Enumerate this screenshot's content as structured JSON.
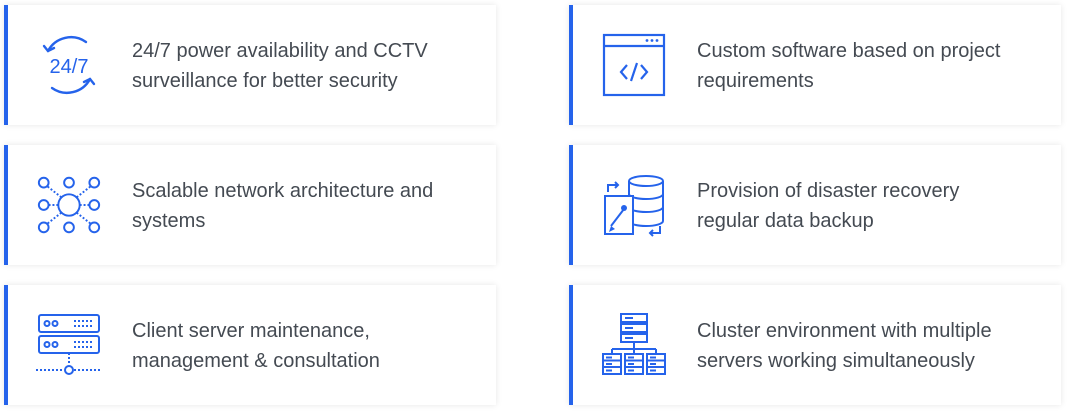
{
  "accent_color": "#2563eb",
  "text_color": "#444a52",
  "features": [
    {
      "icon": "24-7-clock-icon",
      "text": "24/7 power availability and CCTV\nsurveillance for better security",
      "icon_label": "24/7"
    },
    {
      "icon": "code-window-icon",
      "text": "Custom software based on project\nrequirements"
    },
    {
      "icon": "network-nodes-icon",
      "text": "Scalable network architecture and\nsystems"
    },
    {
      "icon": "database-backup-icon",
      "text": "Provision of disaster recovery\nregular data backup"
    },
    {
      "icon": "server-rack-icon",
      "text": "Client server maintenance,\nmanagement & consultation"
    },
    {
      "icon": "server-cluster-icon",
      "text": "Cluster environment with multiple\nservers working simultaneously"
    }
  ]
}
